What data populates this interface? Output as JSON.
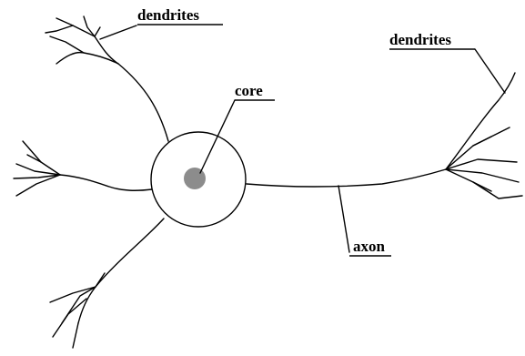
{
  "labels": {
    "dendrites_left": "dendrites",
    "dendrites_right": "dendrites",
    "core": "core",
    "axon": "axon"
  },
  "colors": {
    "line": "#000000",
    "cell_body_fill": "#ffffff",
    "nucleus_fill": "#8c8c8c",
    "background": "#ffffff"
  }
}
